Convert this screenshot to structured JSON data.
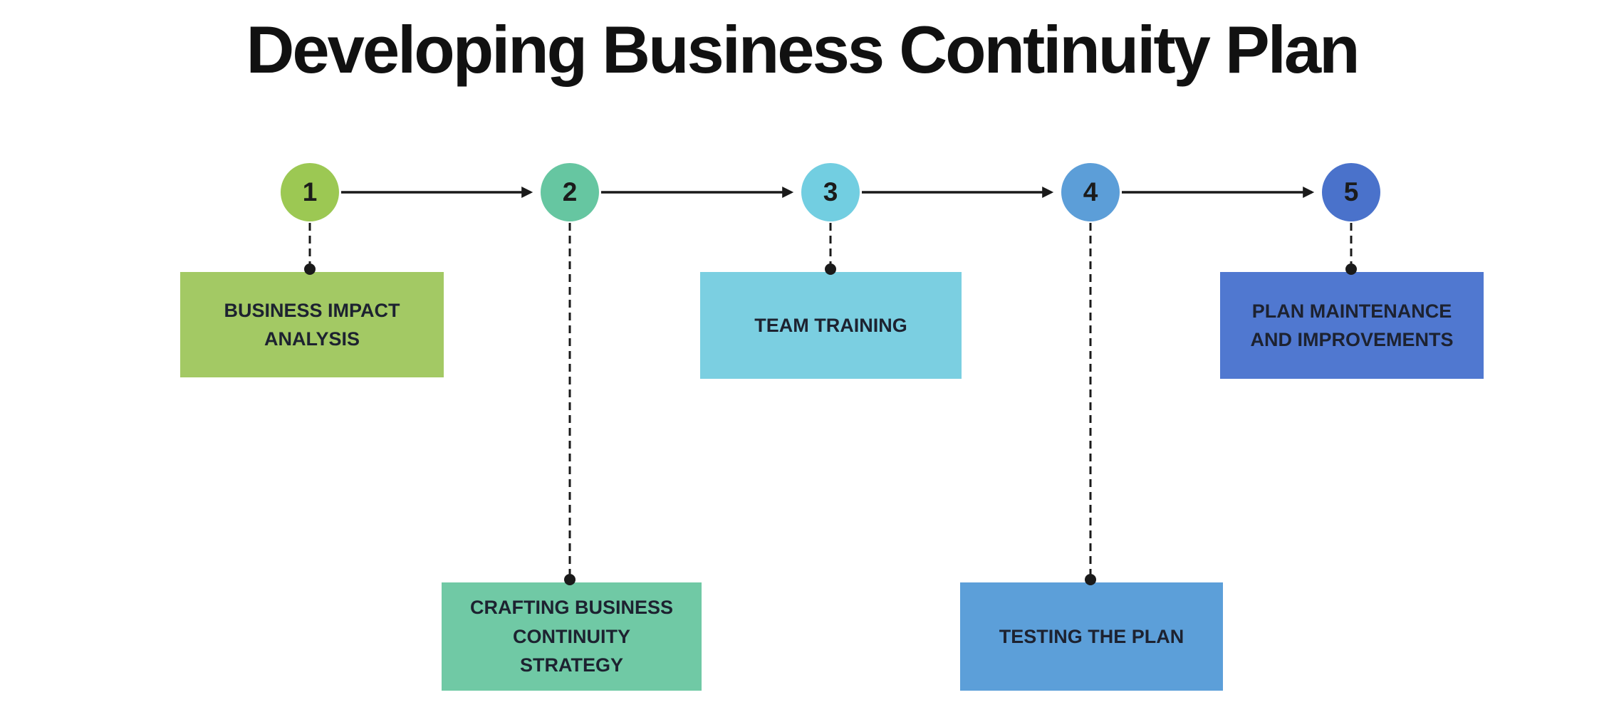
{
  "title": "Developing Business Continuity Plan",
  "diagram": {
    "background_color": "#FFFFFF",
    "connector_color": "#1A1A1A",
    "steps": [
      {
        "number": "1",
        "label": "BUSINESS IMPACT\nANALYSIS",
        "circle_color": "#9CC853",
        "box_color": "#A3C964",
        "branch": "top"
      },
      {
        "number": "2",
        "label": "CRAFTING BUSINESS\nCONTINUITY\nSTRATEGY",
        "circle_color": "#66C6A1",
        "box_color": "#70C9A5",
        "branch": "bottom"
      },
      {
        "number": "3",
        "label": "TEAM TRAINING",
        "circle_color": "#72CEE1",
        "box_color": "#7BCFE1",
        "branch": "top"
      },
      {
        "number": "4",
        "label": "TESTING THE PLAN",
        "circle_color": "#5C9ED8",
        "box_color": "#5C9FD9",
        "branch": "bottom"
      },
      {
        "number": "5",
        "label": "PLAN MAINTENANCE\nAND IMPROVEMENTS",
        "circle_color": "#4A72CB",
        "box_color": "#5078D0",
        "branch": "top"
      }
    ]
  }
}
